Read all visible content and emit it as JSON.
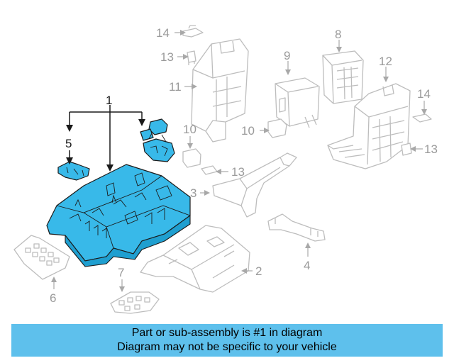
{
  "diagram": {
    "callouts": [
      {
        "id": "1",
        "text": "1",
        "highlighted": true
      },
      {
        "id": "2",
        "text": "2",
        "highlighted": false
      },
      {
        "id": "3",
        "text": "3",
        "highlighted": false
      },
      {
        "id": "4",
        "text": "4",
        "highlighted": false
      },
      {
        "id": "5",
        "text": "5",
        "highlighted": true
      },
      {
        "id": "6",
        "text": "6",
        "highlighted": false
      },
      {
        "id": "7",
        "text": "7",
        "highlighted": false
      },
      {
        "id": "8",
        "text": "8",
        "highlighted": false
      },
      {
        "id": "9",
        "text": "9",
        "highlighted": false
      },
      {
        "id": "10a",
        "text": "10",
        "highlighted": false
      },
      {
        "id": "10b",
        "text": "10",
        "highlighted": false
      },
      {
        "id": "11",
        "text": "11",
        "highlighted": false
      },
      {
        "id": "12",
        "text": "12",
        "highlighted": false
      },
      {
        "id": "13a",
        "text": "13",
        "highlighted": false
      },
      {
        "id": "13b",
        "text": "13",
        "highlighted": false
      },
      {
        "id": "13c",
        "text": "13",
        "highlighted": false
      },
      {
        "id": "14a",
        "text": "14",
        "highlighted": false
      },
      {
        "id": "14b",
        "text": "14",
        "highlighted": false
      }
    ],
    "colors": {
      "highlight_part": "#38b9e9",
      "ghost_part": "#bdbdbd",
      "banner": "#5ec0ec"
    }
  },
  "banner": {
    "line1": "Part or sub-assembly is #1 in diagram",
    "line2": "Diagram may not be specific to your vehicle"
  }
}
